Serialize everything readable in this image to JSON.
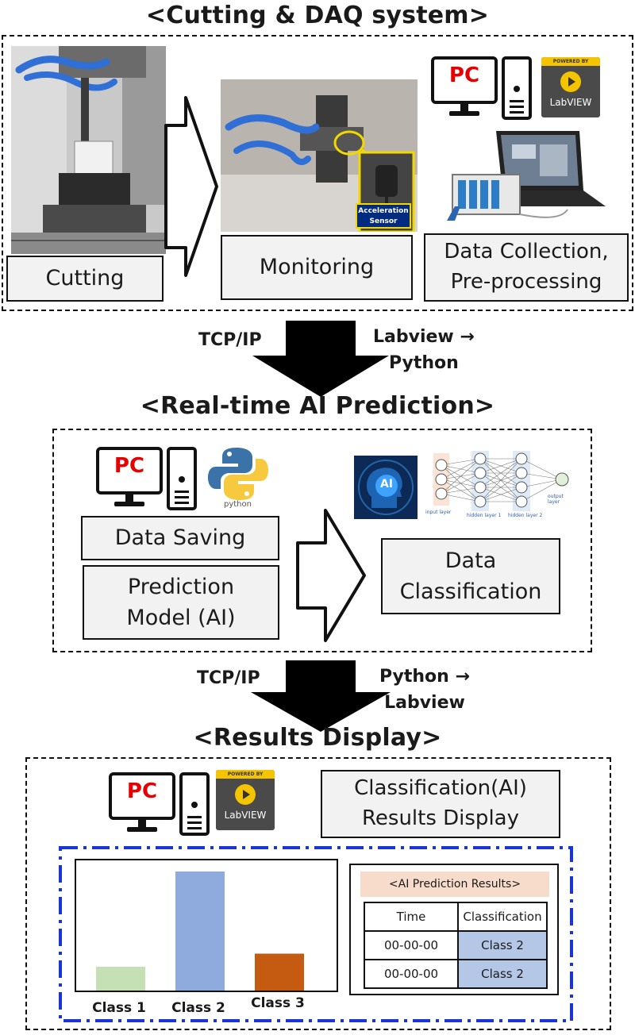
{
  "sections": {
    "daq_title": "<Cutting & DAQ system>",
    "ai_title": "<Real-time AI Prediction>",
    "display_title": "<Results Display>"
  },
  "daq": {
    "cutting": "Cutting",
    "monitoring": "Monitoring",
    "collection_line1": "Data Collection,",
    "collection_line2": "Pre-processing",
    "sensor_line1": "Acceleration",
    "sensor_line2": "Sensor",
    "pc": "PC",
    "labview_badge_top": "POWERED BY",
    "labview_badge": "LabVIEW"
  },
  "link1": {
    "protocol": "TCP/IP",
    "direction_line1": "Labview →",
    "direction_line2": "Python"
  },
  "ai": {
    "pc": "PC",
    "python_logo_text": "python",
    "data_saving": "Data Saving",
    "model_line1": "Prediction",
    "model_line2": "Model (AI)",
    "classification_line1": "Data",
    "classification_line2": "Classification",
    "ai_head_text": "AI",
    "nn_input": "input layer",
    "nn_hidden1": "hidden layer 1",
    "nn_hidden2": "hidden layer 2",
    "nn_output": "output layer"
  },
  "link2": {
    "protocol": "TCP/IP",
    "direction_line1": "Python →",
    "direction_line2": "Labview"
  },
  "display": {
    "pc": "PC",
    "labview_badge_top": "POWERED BY",
    "labview_badge": "LabVIEW",
    "results_line1": "Classification(AI)",
    "results_line2": "Results Display"
  },
  "results_table": {
    "title": "<AI Prediction Results>",
    "headers": [
      "Time",
      "Classification"
    ],
    "rows": [
      [
        "00-00-00",
        "Class 2"
      ],
      [
        "00-00-00",
        "Class 2"
      ]
    ]
  },
  "chart_data": {
    "type": "bar",
    "categories": [
      "Class 1",
      "Class 2",
      "Class 3"
    ],
    "values": [
      20,
      100,
      31
    ],
    "ylim": [
      0,
      100
    ],
    "grid": false,
    "colors": [
      "#c5e0b4",
      "#8faadc",
      "#c55a11"
    ]
  }
}
